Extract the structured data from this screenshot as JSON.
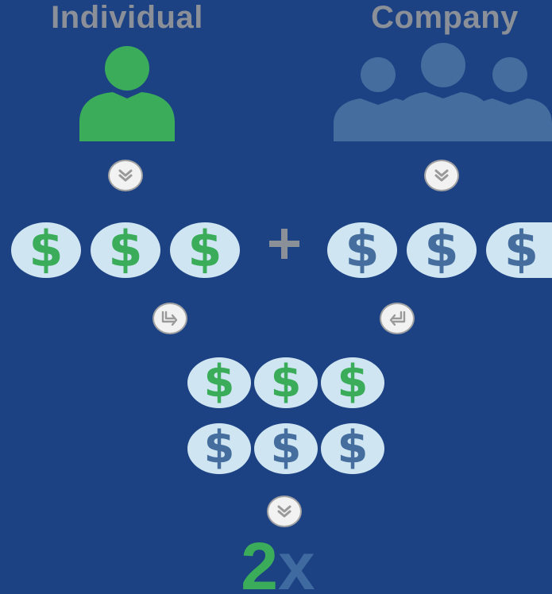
{
  "headings": {
    "individual": "Individual",
    "company": "Company"
  },
  "icons": {
    "individual": "person-icon",
    "company": "group-icon",
    "down_arrow": "chevron-double-down-icon",
    "turn_right_arrow": "turn-right-arrow-icon",
    "turn_left_arrow": "turn-left-arrow-icon",
    "plus": "plus-icon",
    "coin": "dollar-coin-icon"
  },
  "coin_glyph": "$",
  "individual_coins": 3,
  "company_coins": 3,
  "result": {
    "number": "2",
    "suffix": "x"
  },
  "colors": {
    "background": "#1d4283",
    "individual_green": "#3aac5a",
    "company_blue": "#456e9f",
    "coin_face": "#cfe6f2",
    "heading_gray": "#8a8f98",
    "plus_gray": "#8a8f98",
    "badge_face": "#f2f2f2",
    "badge_border": "#a3a3a3"
  }
}
